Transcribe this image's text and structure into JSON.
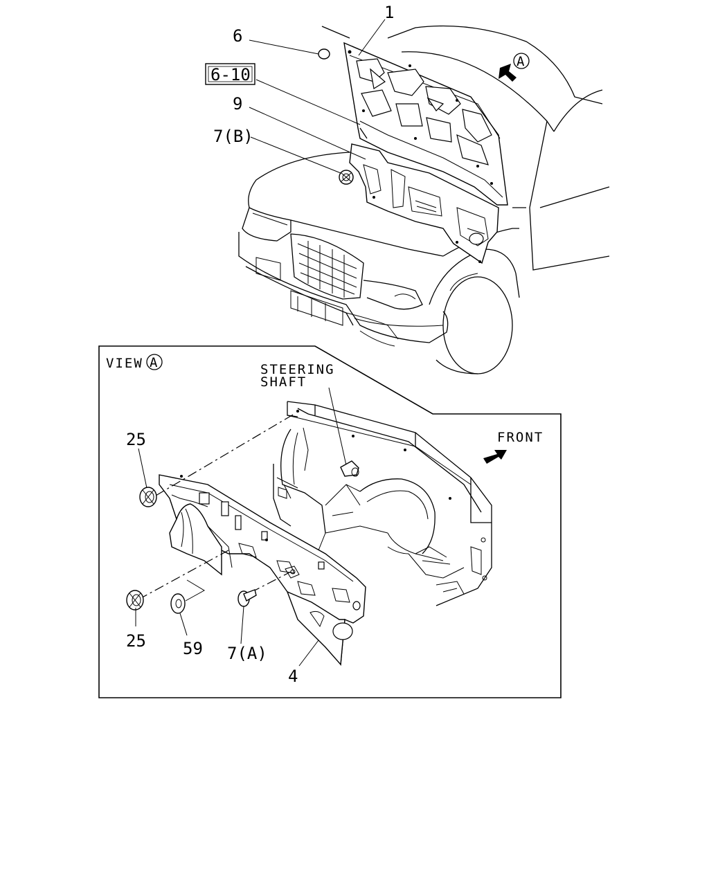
{
  "top_view": {
    "callouts": {
      "c1": "1",
      "c6": "6",
      "ref_box": "6-10",
      "c9": "9",
      "c7b": "7(B)",
      "view_marker": "A"
    }
  },
  "view_a": {
    "title": "VIEW",
    "title_marker": "A",
    "steering_line1": "STEERING",
    "steering_line2": "SHAFT",
    "front": "FRONT",
    "callouts": {
      "c25_top": "25",
      "c25_bottom": "25",
      "c59": "59",
      "c7a": "7(A)",
      "c4": "4"
    }
  }
}
